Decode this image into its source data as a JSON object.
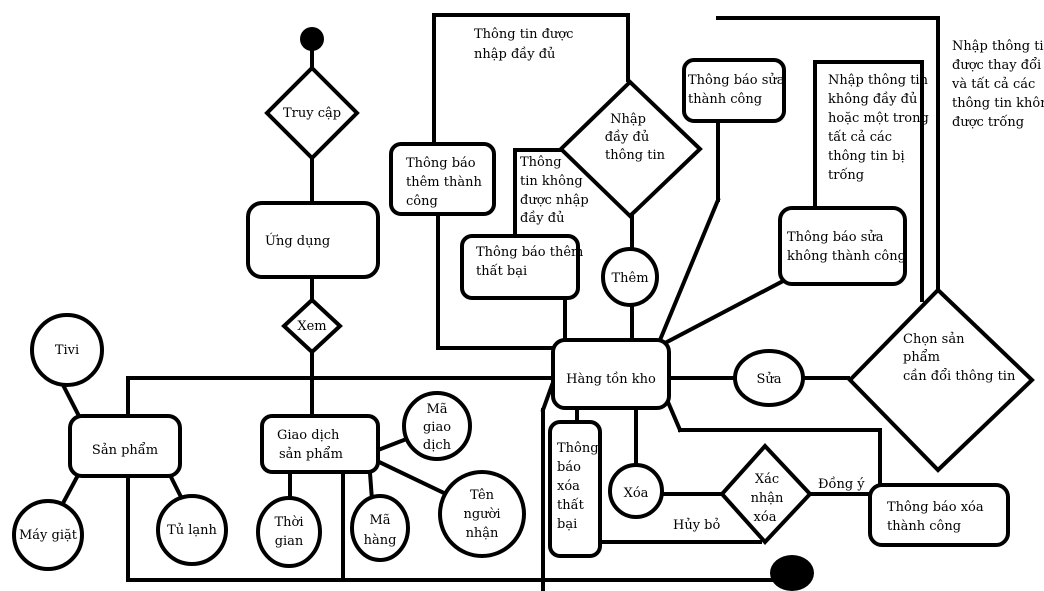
{
  "nodes": {
    "truy_cap": "Truy cập",
    "ung_dung": "Ứng dụng",
    "xem": "Xem",
    "tivi": "Tivi",
    "san_pham": "Sản phẩm",
    "may_giat": "Máy giặt",
    "tu_lanh": "Tủ lạnh",
    "giao_dich": [
      "Giao dịch",
      "sản phẩm"
    ],
    "ma_giao_dich": [
      "Mã",
      "giao",
      "dịch"
    ],
    "thoi_gian": [
      "Thời",
      "gian"
    ],
    "ma_hang": [
      "Mã",
      "hàng"
    ],
    "ten_nguoi_nhan": [
      "Tên",
      "người",
      "nhận"
    ],
    "hang_ton_kho": "Hàng tồn kho",
    "them": "Thêm",
    "nhap_day_du": [
      "Nhập",
      "đầy đủ",
      "thông tin"
    ],
    "tb_them_thanh_cong": [
      "Thông báo",
      "thêm thành",
      "công"
    ],
    "tb_them_that_bai": [
      "Thông báo thêm",
      "thất bại"
    ],
    "tb_sua_thanh_cong": [
      "Thông báo sửa",
      "thành công"
    ],
    "tb_sua_khong_thanh_cong": [
      "Thông báo sửa",
      "không thành công"
    ],
    "sua": "Sửa",
    "chon_san_pham": [
      "Chọn sản",
      "phẩm",
      "cần đổi thông tin"
    ],
    "xoa": "Xóa",
    "xac_nhan_xoa": [
      "Xác",
      "nhận",
      "xóa"
    ],
    "tb_xoa_thanh_cong": [
      "Thông báo xóa",
      "thành công"
    ],
    "tb_xoa_that_bai": [
      "Thông",
      "báo",
      "xóa",
      "thất",
      "bại"
    ]
  },
  "labels": {
    "thong_tin_du": [
      "Thông tin được",
      "nhập đầy đủ"
    ],
    "thong_tin_khong_du": [
      "Thông",
      "tin không",
      "được nhập",
      "đầy đủ"
    ],
    "sua_khong_du": [
      "Nhập thông tin",
      "không đầy đủ",
      "hoặc một trong",
      "tất cả các",
      "thông tin bị",
      "trống"
    ],
    "sua_du": [
      "Nhập thông tin",
      "được thay đổi",
      "và tất cả các",
      "thông tin không",
      "được trống"
    ],
    "dong_y": "Đồng ý",
    "huy_bo": "Hủy bỏ"
  }
}
